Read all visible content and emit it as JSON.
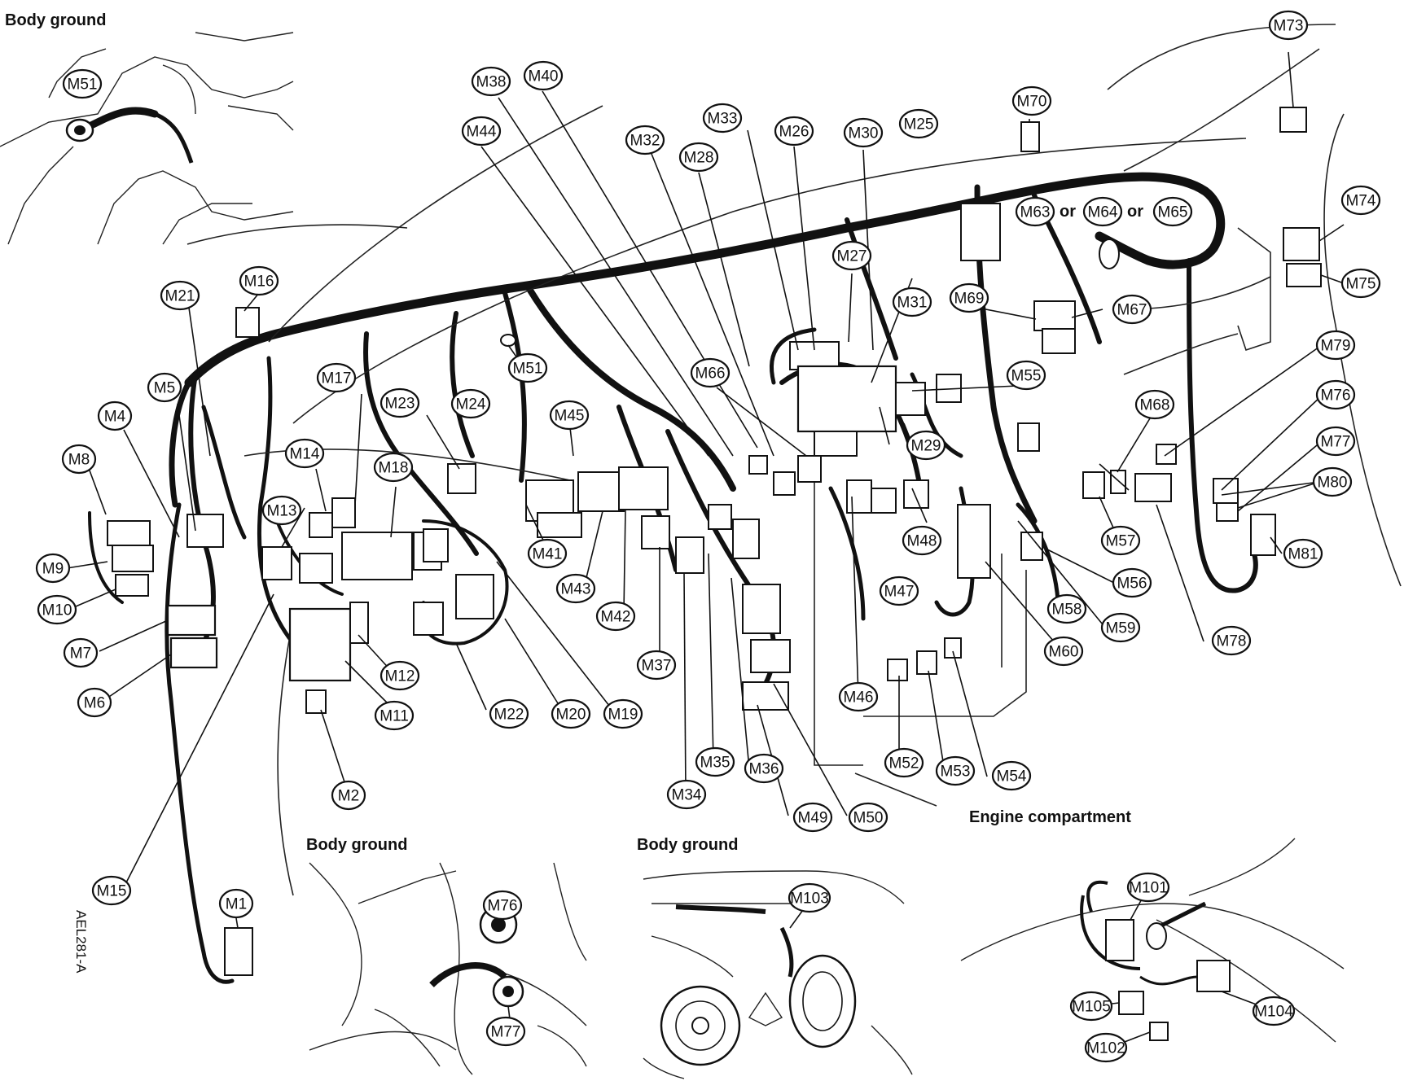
{
  "titles": {
    "top_left_inset": "Body ground",
    "bottom_inset_1": "Body ground",
    "bottom_inset_2": "Body ground",
    "engine_compartment": "Engine compartment",
    "or_1": "or",
    "or_2": "or"
  },
  "figure_code": "AEL281-A",
  "callouts": [
    {
      "id": "M51a",
      "label": "M51"
    },
    {
      "id": "M73",
      "label": "M73"
    },
    {
      "id": "M38",
      "label": "M38"
    },
    {
      "id": "M40",
      "label": "M40"
    },
    {
      "id": "M70",
      "label": "M70"
    },
    {
      "id": "M44",
      "label": "M44"
    },
    {
      "id": "M32",
      "label": "M32"
    },
    {
      "id": "M33",
      "label": "M33"
    },
    {
      "id": "M26",
      "label": "M26"
    },
    {
      "id": "M30",
      "label": "M30"
    },
    {
      "id": "M25",
      "label": "M25"
    },
    {
      "id": "M28",
      "label": "M28"
    },
    {
      "id": "M63",
      "label": "M63"
    },
    {
      "id": "M64",
      "label": "M64"
    },
    {
      "id": "M65",
      "label": "M65"
    },
    {
      "id": "M74",
      "label": "M74"
    },
    {
      "id": "M27",
      "label": "M27"
    },
    {
      "id": "M75",
      "label": "M75"
    },
    {
      "id": "M21",
      "label": "M21"
    },
    {
      "id": "M16",
      "label": "M16"
    },
    {
      "id": "M31",
      "label": "M31"
    },
    {
      "id": "M69",
      "label": "M69"
    },
    {
      "id": "M67",
      "label": "M67"
    },
    {
      "id": "M79",
      "label": "M79"
    },
    {
      "id": "M5",
      "label": "M5"
    },
    {
      "id": "M17",
      "label": "M17"
    },
    {
      "id": "M51b",
      "label": "M51"
    },
    {
      "id": "M66",
      "label": "M66"
    },
    {
      "id": "M55",
      "label": "M55"
    },
    {
      "id": "M76a",
      "label": "M76"
    },
    {
      "id": "M4",
      "label": "M4"
    },
    {
      "id": "M23",
      "label": "M23"
    },
    {
      "id": "M24",
      "label": "M24"
    },
    {
      "id": "M45",
      "label": "M45"
    },
    {
      "id": "M68",
      "label": "M68"
    },
    {
      "id": "M29",
      "label": "M29"
    },
    {
      "id": "M77a",
      "label": "M77"
    },
    {
      "id": "M8",
      "label": "M8"
    },
    {
      "id": "M14",
      "label": "M14"
    },
    {
      "id": "M18",
      "label": "M18"
    },
    {
      "id": "M80",
      "label": "M80"
    },
    {
      "id": "M13",
      "label": "M13"
    },
    {
      "id": "M48",
      "label": "M48"
    },
    {
      "id": "M57",
      "label": "M57"
    },
    {
      "id": "M9",
      "label": "M9"
    },
    {
      "id": "M41",
      "label": "M41"
    },
    {
      "id": "M81",
      "label": "M81"
    },
    {
      "id": "M10",
      "label": "M10"
    },
    {
      "id": "M43",
      "label": "M43"
    },
    {
      "id": "M56",
      "label": "M56"
    },
    {
      "id": "M47",
      "label": "M47"
    },
    {
      "id": "M58",
      "label": "M58"
    },
    {
      "id": "M42",
      "label": "M42"
    },
    {
      "id": "M59",
      "label": "M59"
    },
    {
      "id": "M7",
      "label": "M7"
    },
    {
      "id": "M78",
      "label": "M78"
    },
    {
      "id": "M37",
      "label": "M37"
    },
    {
      "id": "M60",
      "label": "M60"
    },
    {
      "id": "M12",
      "label": "M12"
    },
    {
      "id": "M46",
      "label": "M46"
    },
    {
      "id": "M6",
      "label": "M6"
    },
    {
      "id": "M11",
      "label": "M11"
    },
    {
      "id": "M22",
      "label": "M22"
    },
    {
      "id": "M20",
      "label": "M20"
    },
    {
      "id": "M19",
      "label": "M19"
    },
    {
      "id": "M35",
      "label": "M35"
    },
    {
      "id": "M52",
      "label": "M52"
    },
    {
      "id": "M36",
      "label": "M36"
    },
    {
      "id": "M53",
      "label": "M53"
    },
    {
      "id": "M54",
      "label": "M54"
    },
    {
      "id": "M2",
      "label": "M2"
    },
    {
      "id": "M34",
      "label": "M34"
    },
    {
      "id": "M49",
      "label": "M49"
    },
    {
      "id": "M50",
      "label": "M50"
    },
    {
      "id": "M15",
      "label": "M15"
    },
    {
      "id": "M101",
      "label": "M101"
    },
    {
      "id": "M76b",
      "label": "M76"
    },
    {
      "id": "M103",
      "label": "M103"
    },
    {
      "id": "M1",
      "label": "M1"
    },
    {
      "id": "M105",
      "label": "M105"
    },
    {
      "id": "M104",
      "label": "M104"
    },
    {
      "id": "M77b",
      "label": "M77"
    },
    {
      "id": "M102",
      "label": "M102"
    }
  ]
}
